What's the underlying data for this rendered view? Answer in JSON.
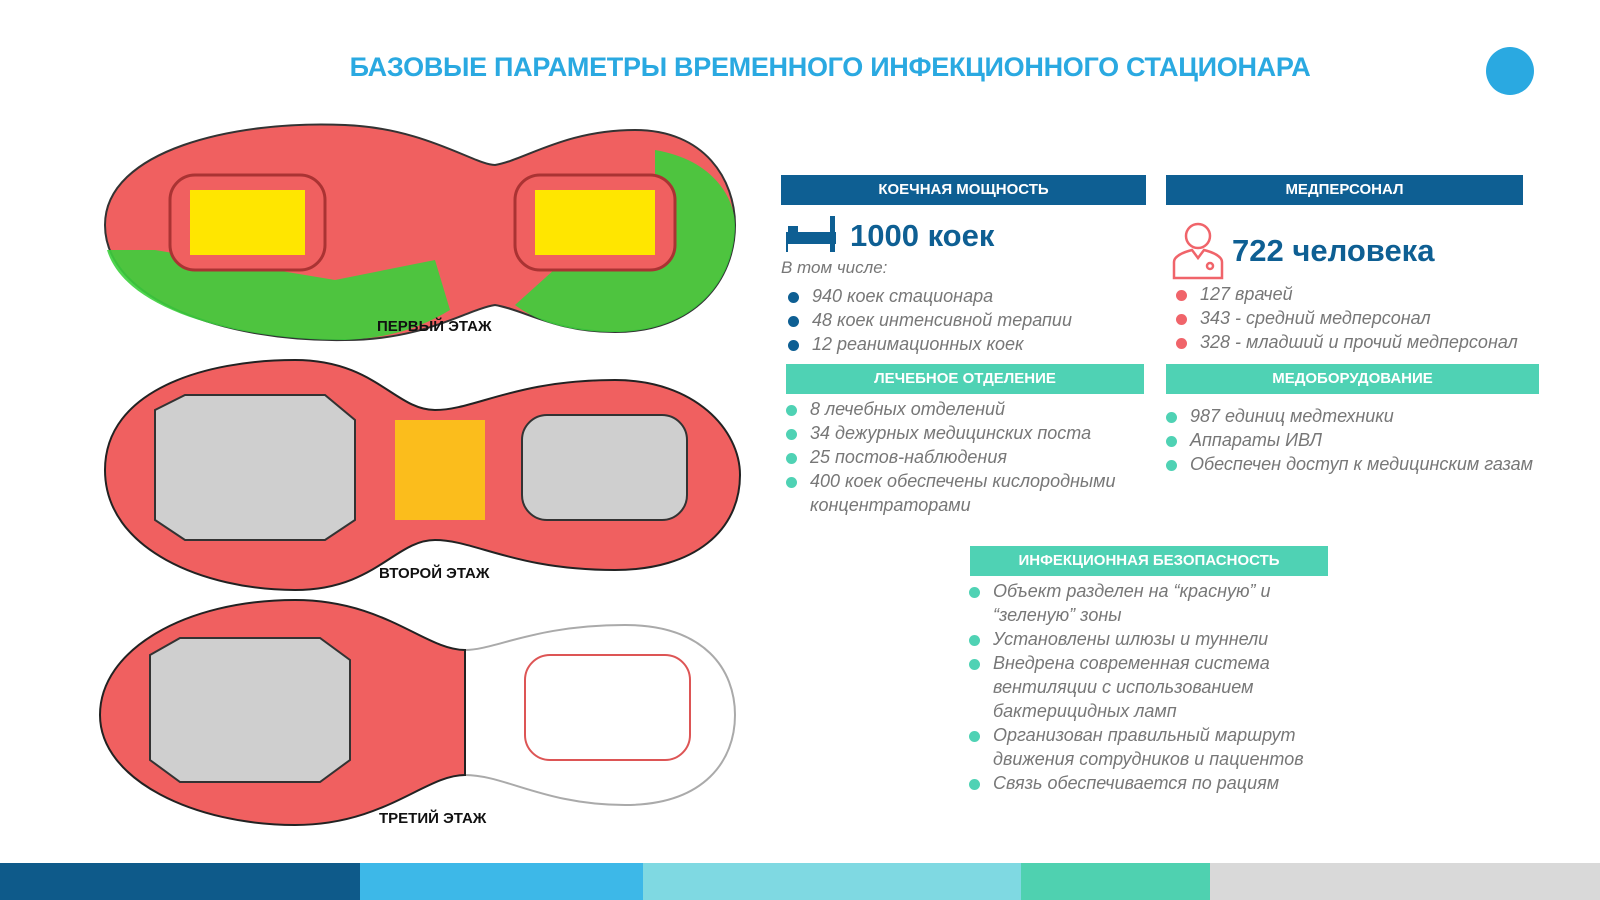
{
  "title": "БАЗОВЫЕ ПАРАМЕТРЫ ВРЕМЕННОГО ИНФЕКЦИОННОГО СТАЦИОНАРА",
  "floors": [
    "ПЕРВЫЙ ЭТАЖ",
    "ВТОРОЙ ЭТАЖ",
    "ТРЕТИЙ ЭТАЖ"
  ],
  "beds": {
    "header": "КОЕЧНАЯ МОЩНОСТЬ",
    "total": "1000 коек",
    "sub": "В том числе:",
    "items": [
      "940 коек стационара",
      "48 коек интенсивной терапии",
      "12 реанимационных коек"
    ]
  },
  "staff": {
    "header": "МЕДПЕРСОНАЛ",
    "total": "722 человека",
    "items": [
      "127 врачей",
      "343 - средний медперсонал",
      "328 - младший и прочий медперсонал"
    ]
  },
  "dept": {
    "header": "ЛЕЧЕБНОЕ ОТДЕЛЕНИЕ",
    "items": [
      "8 лечебных отделений",
      "34 дежурных медицинских поста",
      "25 постов-наблюдения",
      "400 коек обеспечены кислородными концентраторами"
    ]
  },
  "equip": {
    "header": "МЕДОБОРУДОВАНИЕ",
    "items": [
      "987 единиц медтехники",
      "Аппараты ИВЛ",
      "Обеспечен доступ к медицинским газам"
    ]
  },
  "safety": {
    "header": "ИНФЕКЦИОННАЯ БЕЗОПАСНОСТЬ",
    "items": [
      "Объект разделен на “красную” и “зеленую” зоны",
      "Установлены шлюзы и туннели",
      "Внедрена современная система вентиляции с использованием бактерицидных ламп",
      "Организован правильный маршрут движения сотрудников и пациентов",
      "Связь обеспечивается по рациям"
    ]
  },
  "colors": {
    "accent": "#2aa9e1",
    "dark": "#0e5f93",
    "teal": "#4fd2b4",
    "red": "#f0646a",
    "zone_red": "#f06060",
    "zone_green": "#3ccf3c"
  }
}
